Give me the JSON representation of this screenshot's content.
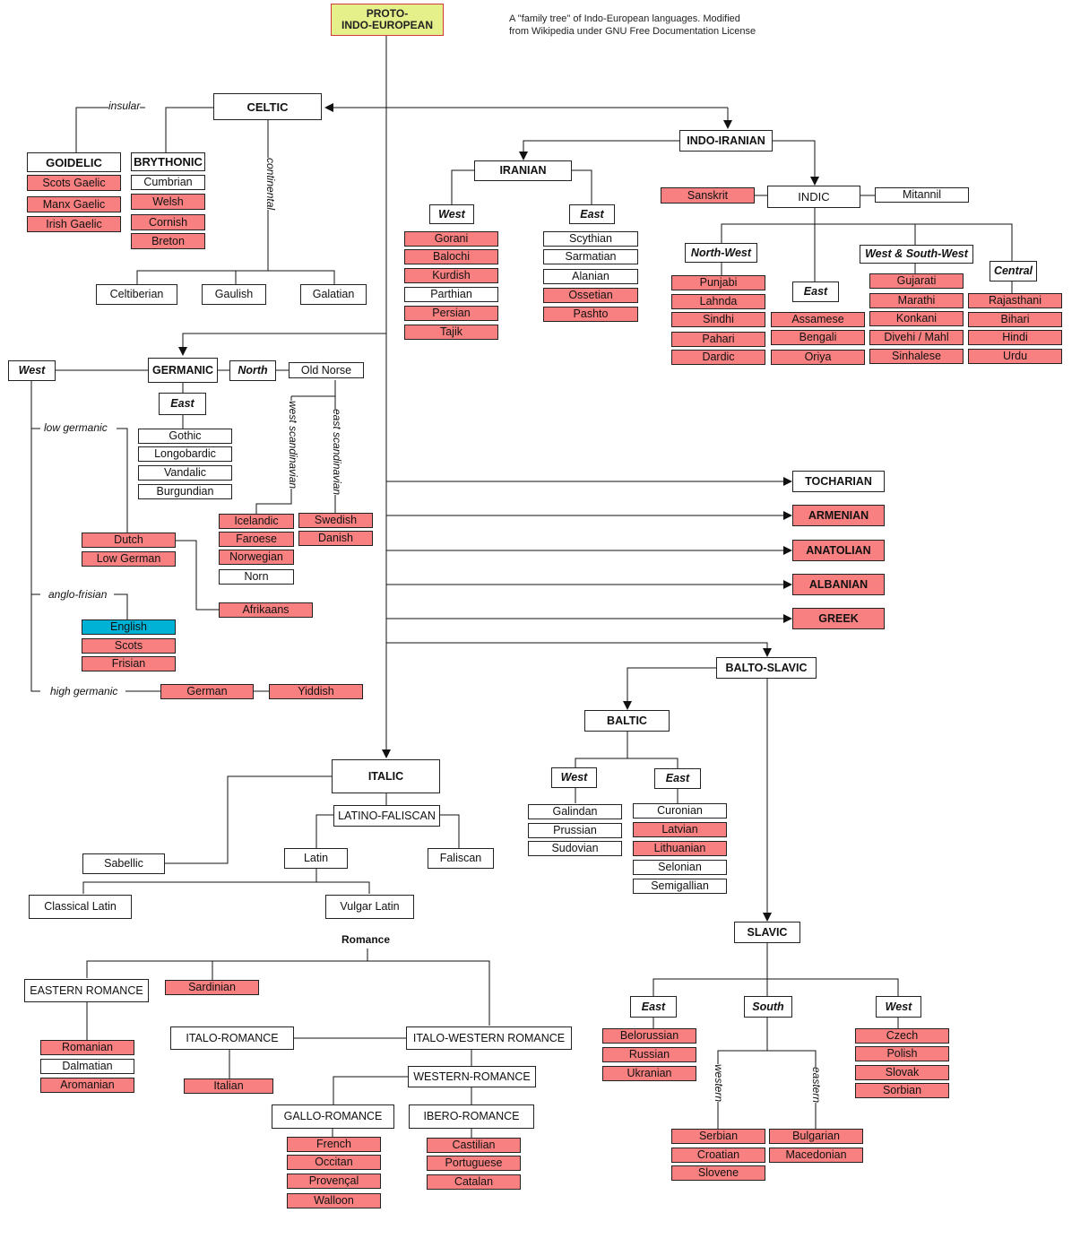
{
  "note": [
    "A \"family tree\" of Indo-European languages. Modified",
    "from Wikipedia under GNU Free Documentation License"
  ],
  "root": [
    "PROTO-",
    "INDO-EUROPEAN"
  ],
  "celtic": {
    "title": "CELTIC",
    "insular": "insular",
    "continental": "continental",
    "goidelic": "GOIDELIC",
    "goidelic_langs": [
      "Scots Gaelic",
      "Manx Gaelic",
      "Irish Gaelic"
    ],
    "brythonic": "BRYTHONIC",
    "brythonic_langs": [
      "Cumbrian",
      "Welsh",
      "Cornish",
      "Breton"
    ],
    "continental_langs": [
      "Celtiberian",
      "Gaulish",
      "Galatian"
    ]
  },
  "indo_iranian": {
    "title": "INDO-IRANIAN",
    "iranian": "IRANIAN",
    "west": "West",
    "west_langs": [
      "Gorani",
      "Balochi",
      "Kurdish",
      "Parthian",
      "Persian",
      "Tajik"
    ],
    "east": "East",
    "east_langs": [
      "Scythian",
      "Sarmatian",
      "Alanian",
      "Ossetian",
      "Pashto"
    ],
    "indic": "INDIC",
    "sanskrit": "Sanskrit",
    "mitannil": "Mitannil",
    "north_west": "North-West",
    "nw_langs": [
      "Punjabi",
      "Lahnda",
      "Sindhi",
      "Pahari",
      "Dardic"
    ],
    "indic_east": "East",
    "indic_east_langs": [
      "Assamese",
      "Bengali",
      "Oriya"
    ],
    "west_south_west": "West & South-West",
    "wsw_langs": [
      "Gujarati",
      "Marathi",
      "Konkani",
      "Divehi / Mahl",
      "Sinhalese"
    ],
    "central": "Central",
    "central_langs": [
      "Rajasthani",
      "Bihari",
      "Hindi",
      "Urdu"
    ]
  },
  "germanic": {
    "title": "GERMANIC",
    "west": "West",
    "north": "North",
    "old_norse": "Old Norse",
    "east": "East",
    "east_langs": [
      "Gothic",
      "Longobardic",
      "Vandalic",
      "Burgundian"
    ],
    "west_scand": "west scandinavian",
    "east_scand": "east scandinavian",
    "ws_langs": [
      "Icelandic",
      "Faroese",
      "Norwegian",
      "Norn"
    ],
    "es_langs": [
      "Swedish",
      "Danish"
    ],
    "low_germanic": "low germanic",
    "low_langs": [
      "Dutch",
      "Low German"
    ],
    "afrikaans": "Afrikaans",
    "anglo_frisian": "anglo-frisian",
    "af_langs": [
      "English",
      "Scots",
      "Frisian"
    ],
    "high_germanic": "high germanic",
    "german": "German",
    "yiddish": "Yiddish"
  },
  "others": [
    "TOCHARIAN",
    "ARMENIAN",
    "ANATOLIAN",
    "ALBANIAN",
    "GREEK"
  ],
  "balto_slavic": {
    "title": "BALTO-SLAVIC",
    "baltic": "BALTIC",
    "west": "West",
    "west_langs": [
      "Galindan",
      "Prussian",
      "Sudovian"
    ],
    "east": "East",
    "east_langs": [
      "Curonian",
      "Latvian",
      "Lithuanian",
      "Selonian",
      "Semigallian"
    ],
    "slavic": "SLAVIC",
    "s_east": "East",
    "s_east_langs": [
      "Belorussian",
      "Russian",
      "Ukranian"
    ],
    "s_south": "South",
    "western": "western",
    "eastern": "eastern",
    "sw_langs": [
      "Serbian",
      "Croatian",
      "Slovene"
    ],
    "se_langs": [
      "Bulgarian",
      "Macedonian"
    ],
    "s_west": "West",
    "s_west_langs": [
      "Czech",
      "Polish",
      "Slovak",
      "Sorbian"
    ]
  },
  "italic": {
    "title": "ITALIC",
    "latino_faliscan": "LATINO-FALISCAN",
    "sabellic": "Sabellic",
    "latin": "Latin",
    "faliscan": "Faliscan",
    "classical_latin": "Classical Latin",
    "vulgar_latin": "Vulgar Latin",
    "romance": "Romance",
    "eastern_romance": "EASTERN ROMANCE",
    "er_langs": [
      "Romanian",
      "Dalmatian",
      "Aromanian"
    ],
    "sardinian": "Sardinian",
    "italo_romance": "ITALO-ROMANCE",
    "italian": "Italian",
    "italo_western": "ITALO-WESTERN ROMANCE",
    "western_romance": "WESTERN-ROMANCE",
    "gallo_romance": "GALLO-ROMANCE",
    "gr_langs": [
      "French",
      "Occitan",
      "Provençal",
      "Walloon"
    ],
    "ibero_romance": "IBERO-ROMANCE",
    "ir_langs": [
      "Castilian",
      "Portuguese",
      "Catalan"
    ]
  }
}
